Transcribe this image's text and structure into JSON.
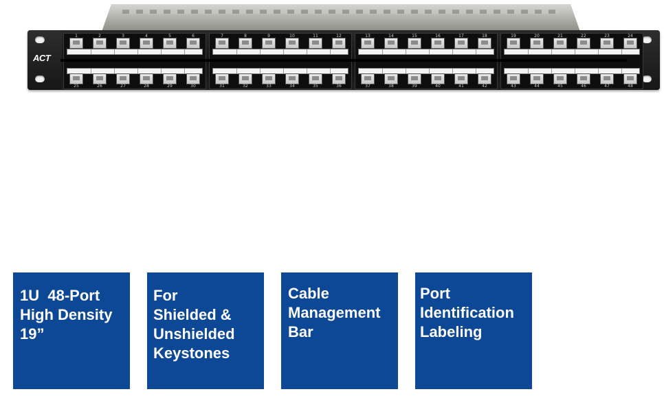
{
  "product": {
    "brand_logo_text": "ACT",
    "port_numbers_top": [
      "1",
      "2",
      "3",
      "4",
      "5",
      "6",
      "7",
      "8",
      "9",
      "10",
      "11",
      "12",
      "13",
      "14",
      "15",
      "16",
      "17",
      "18",
      "19",
      "20",
      "21",
      "22",
      "23",
      "24"
    ],
    "port_numbers_bottom": [
      "25",
      "26",
      "27",
      "28",
      "29",
      "30",
      "31",
      "32",
      "33",
      "34",
      "35",
      "36",
      "37",
      "38",
      "39",
      "40",
      "41",
      "42",
      "43",
      "44",
      "45",
      "46",
      "47",
      "48"
    ],
    "colors": {
      "panel": "#1a1a1a",
      "port": "#dcdcdc",
      "tray": "#b4b5b0"
    }
  },
  "features": [
    {
      "text": "1U  48-Port\nHigh Density\n19”"
    },
    {
      "text": "For\nShielded &\nUnshielded\nKeystones"
    },
    {
      "text": "Cable\nManagement\nBar"
    },
    {
      "text": "Port\nIdentification\nLabeling"
    }
  ],
  "colors": {
    "feature_box": "#0d4897",
    "feature_text": "#ffffff",
    "background": "#ffffff"
  }
}
